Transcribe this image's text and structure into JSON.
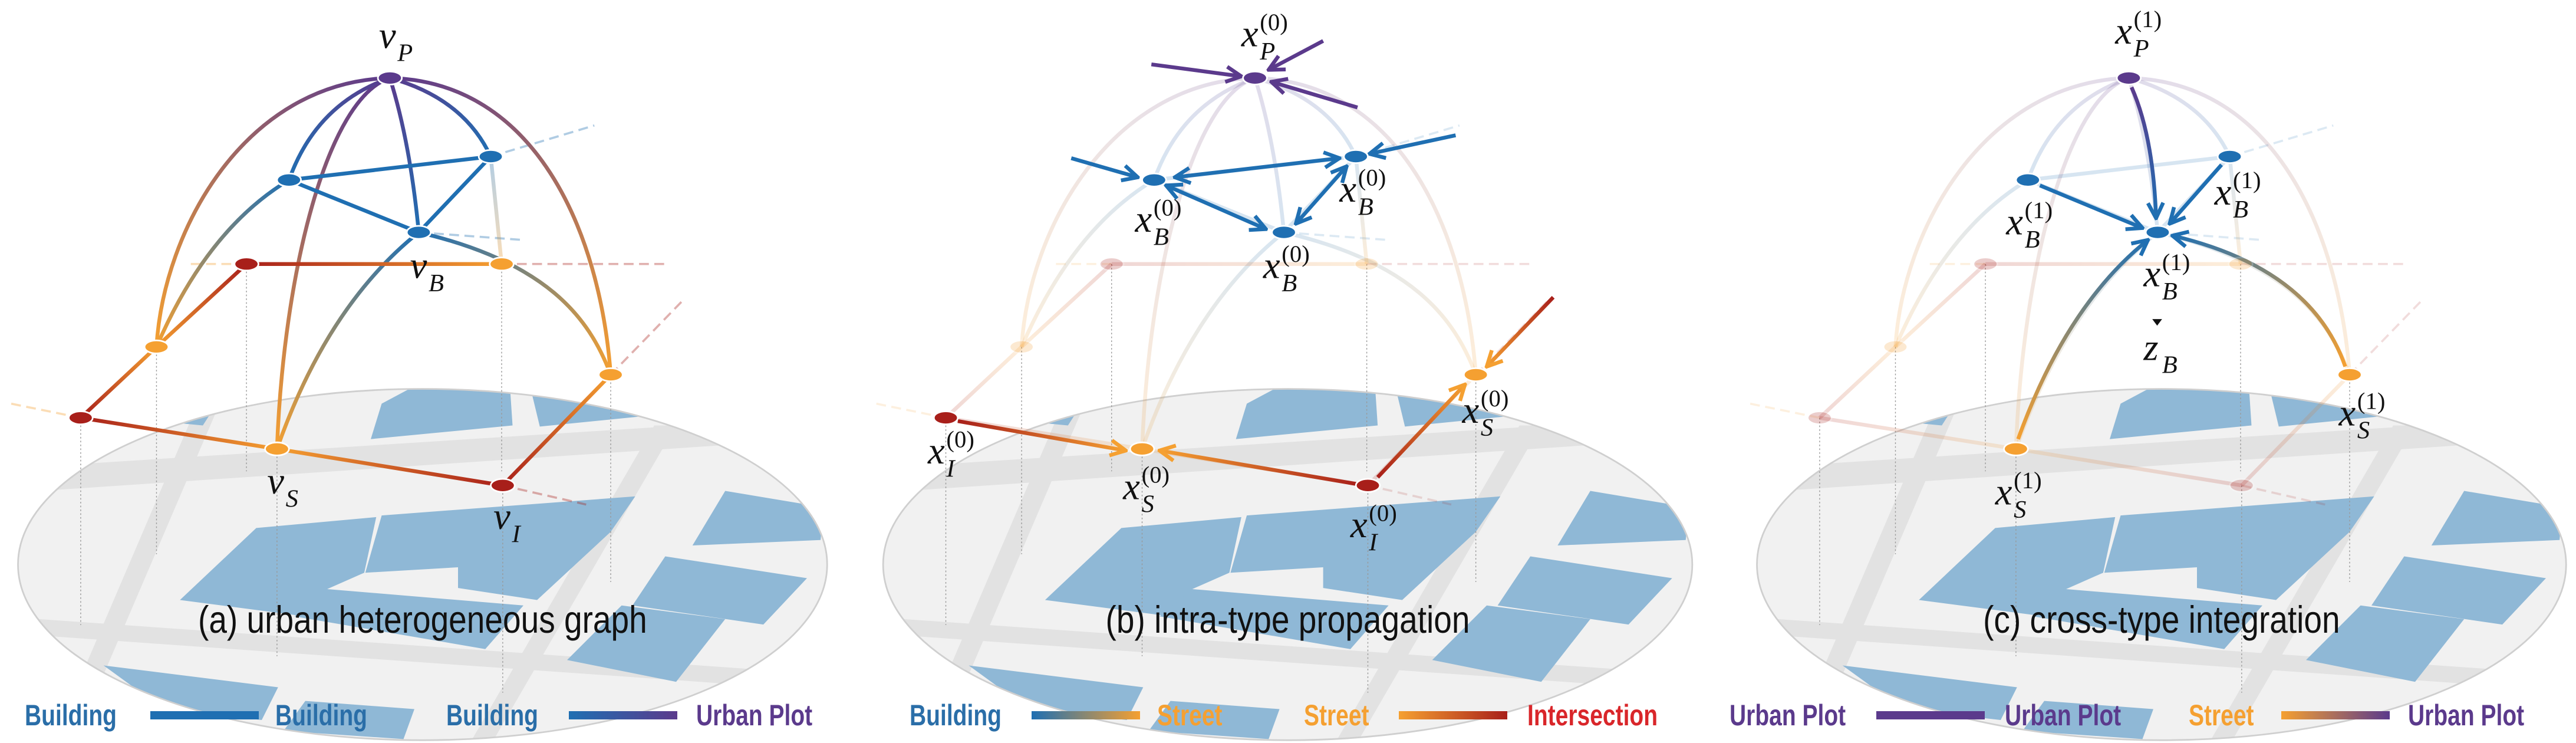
{
  "colors": {
    "building": "#1f6fb2",
    "urban_plot": "#5b3a8c",
    "street": "#f5a031",
    "intersection": "#a81f1a",
    "intersection_text": "#d9262a",
    "map_bg": "#f1f1f1",
    "map_building": "#8fb8d6"
  },
  "panels": [
    {
      "caption": "(a) urban heterogeneous graph",
      "labels": [
        {
          "base": "v",
          "sub": "P",
          "sup": ""
        },
        {
          "base": "v",
          "sub": "B",
          "sup": ""
        },
        {
          "base": "v",
          "sub": "S",
          "sup": ""
        },
        {
          "base": "v",
          "sub": "I",
          "sup": ""
        }
      ]
    },
    {
      "caption": "(b) intra-type propagation",
      "labels": [
        {
          "base": "x",
          "sub": "P",
          "sup": "(0)"
        },
        {
          "base": "x",
          "sub": "B",
          "sup": "(0)"
        },
        {
          "base": "x",
          "sub": "B",
          "sup": "(0)"
        },
        {
          "base": "x",
          "sub": "B",
          "sup": "(0)"
        },
        {
          "base": "x",
          "sub": "I",
          "sup": "(0)"
        },
        {
          "base": "x",
          "sub": "S",
          "sup": "(0)"
        },
        {
          "base": "x",
          "sub": "I",
          "sup": "(0)"
        },
        {
          "base": "x",
          "sub": "S",
          "sup": "(0)"
        }
      ]
    },
    {
      "caption": "(c) cross-type integration",
      "labels": [
        {
          "base": "x",
          "sub": "P",
          "sup": "(1)"
        },
        {
          "base": "x",
          "sub": "B",
          "sup": "(1)"
        },
        {
          "base": "x",
          "sub": "B",
          "sup": "(1)"
        },
        {
          "base": "x",
          "sub": "B",
          "sup": "(1)"
        },
        {
          "base": "z",
          "sub": "B",
          "sup": ""
        },
        {
          "base": "x",
          "sub": "S",
          "sup": "(1)"
        },
        {
          "base": "x",
          "sub": "S",
          "sup": "(1)"
        }
      ]
    }
  ],
  "legend": [
    {
      "left": "Building",
      "right": "Building",
      "left_color": "#2a6ea8",
      "right_color": "#2a6ea8",
      "from": "#1f6fb2",
      "to": "#1f6fb2"
    },
    {
      "left": "Building",
      "right": "Urban Plot",
      "left_color": "#2a6ea8",
      "right_color": "#5b3a8c",
      "from": "#1f6fb2",
      "to": "#5b3a8c"
    },
    {
      "left": "Building",
      "right": "Street",
      "left_color": "#2a6ea8",
      "right_color": "#f5a031",
      "from": "#1f6fb2",
      "to": "#f5a031"
    },
    {
      "left": "Street",
      "right": "Intersection",
      "left_color": "#f5a031",
      "right_color": "#d9262a",
      "from": "#f5a031",
      "to": "#a81f1a"
    },
    {
      "left": "Urban Plot",
      "right": "Urban Plot",
      "left_color": "#5b3a8c",
      "right_color": "#5b3a8c",
      "from": "#5b3a8c",
      "to": "#5b3a8c"
    },
    {
      "left": "Street",
      "right": "Urban Plot",
      "left_color": "#f5a031",
      "right_color": "#5b3a8c",
      "from": "#f5a031",
      "to": "#5b3a8c"
    }
  ]
}
